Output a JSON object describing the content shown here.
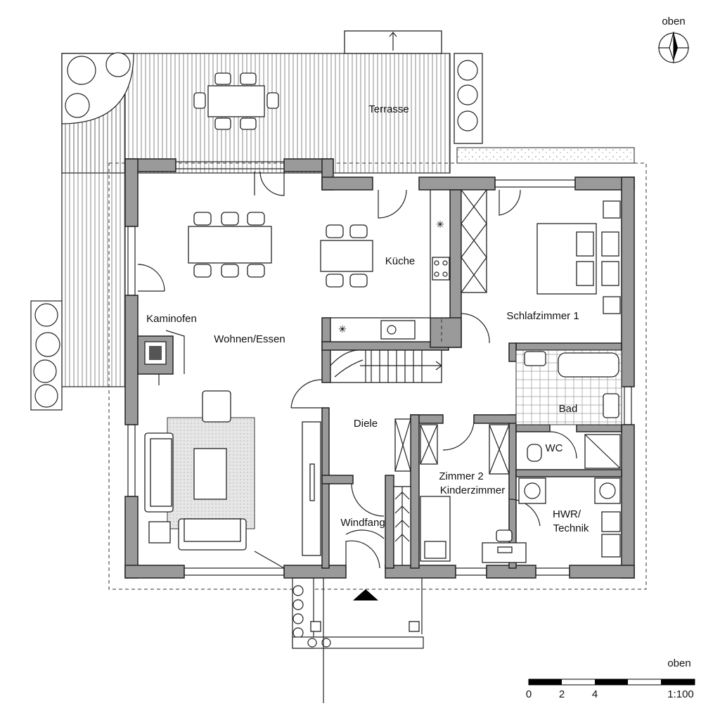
{
  "plan": {
    "rooms": {
      "terrasse": "Terrasse",
      "wohnen": "Wohnen/Essen",
      "kaminofen": "Kaminofen",
      "kueche": "Küche",
      "schlafzimmer": "Schlafzimmer 1",
      "bad": "Bad",
      "wc": "WC",
      "diele": "Diele",
      "zimmer2_line1": "Zimmer 2",
      "zimmer2_line2": "Kinderzimmer",
      "windfang": "Windfang",
      "hwr_line1": "HWR/",
      "hwr_line2": "Technik"
    },
    "north_label": "oben",
    "scale": {
      "label": "oben",
      "ticks": [
        "0",
        "2",
        "4"
      ],
      "ratio": "1:100"
    },
    "colors": {
      "wall": "#9a9a9a",
      "line": "#222222"
    }
  }
}
